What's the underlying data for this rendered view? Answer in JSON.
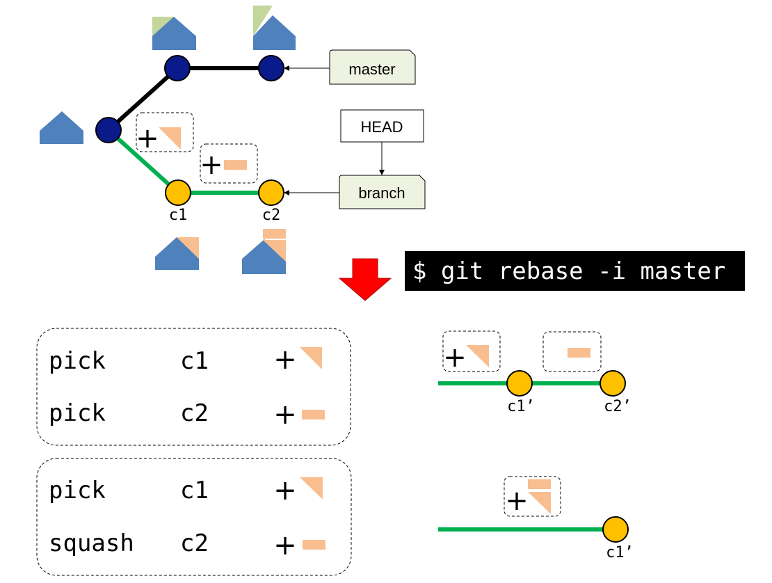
{
  "colors": {
    "master_node": "#0b1a8a",
    "branch_node": "#ffc000",
    "master_line": "#000000",
    "branch_line": "#00b050",
    "house_blue": "#4f81bd",
    "house_green": "#c3d69b",
    "patch_orange": "#f9be8f",
    "tag_fill": "#eef2e0",
    "arrow_red": "#ff0000",
    "cmd_bg": "#000000"
  },
  "labels": {
    "master": "master",
    "head": "HEAD",
    "branch": "branch",
    "c1": "c1",
    "c2": "c2",
    "c1_prime": "c1’",
    "c2_prime": "c2’",
    "c1_prime_squashed": "c1’"
  },
  "command": "$ git rebase -i master",
  "plus_sign": "+",
  "todo_lists": [
    {
      "rows": [
        {
          "action": "pick",
          "commit": "c1",
          "patch_icon": "triangle-patch-icon"
        },
        {
          "action": "pick",
          "commit": "c2",
          "patch_icon": "bar-patch-icon"
        }
      ]
    },
    {
      "rows": [
        {
          "action": "pick",
          "commit": "c1",
          "patch_icon": "triangle-patch-icon"
        },
        {
          "action": "squash",
          "commit": "c2",
          "patch_icon": "bar-patch-icon"
        }
      ]
    }
  ],
  "icons": [
    "house-icon",
    "triangle-patch-icon",
    "bar-patch-icon",
    "down-arrow-icon"
  ]
}
